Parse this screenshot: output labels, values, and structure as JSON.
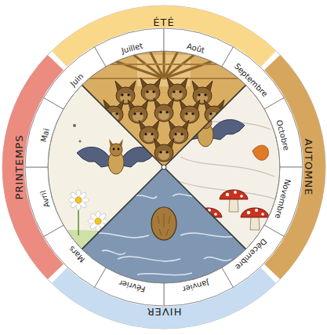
{
  "diagram": {
    "nodes": [
      {
        "text": [
          "ÉTÉ"
        ]
      },
      {
        "text": [
          "AUTOMNE"
        ]
      },
      {
        "text": [
          "HIVER"
        ]
      },
      {
        "text": [
          "PRINTEMPS"
        ]
      },
      {
        "text": [
          "Janvier"
        ]
      },
      {
        "text": [
          "Février"
        ]
      },
      {
        "text": [
          "Mars"
        ]
      },
      {
        "text": [
          "Avril"
        ]
      },
      {
        "text": [
          "Mai"
        ]
      },
      {
        "text": [
          "Juin"
        ]
      },
      {
        "text": [
          "Juillet"
        ]
      },
      {
        "text": [
          "Août"
        ]
      },
      {
        "text": [
          "Septembre"
        ]
      },
      {
        "text": [
          "Octobre"
        ]
      },
      {
        "text": [
          "Novembre"
        ]
      },
      {
        "text": [
          "Décembre"
        ]
      }
    ]
  }
}
